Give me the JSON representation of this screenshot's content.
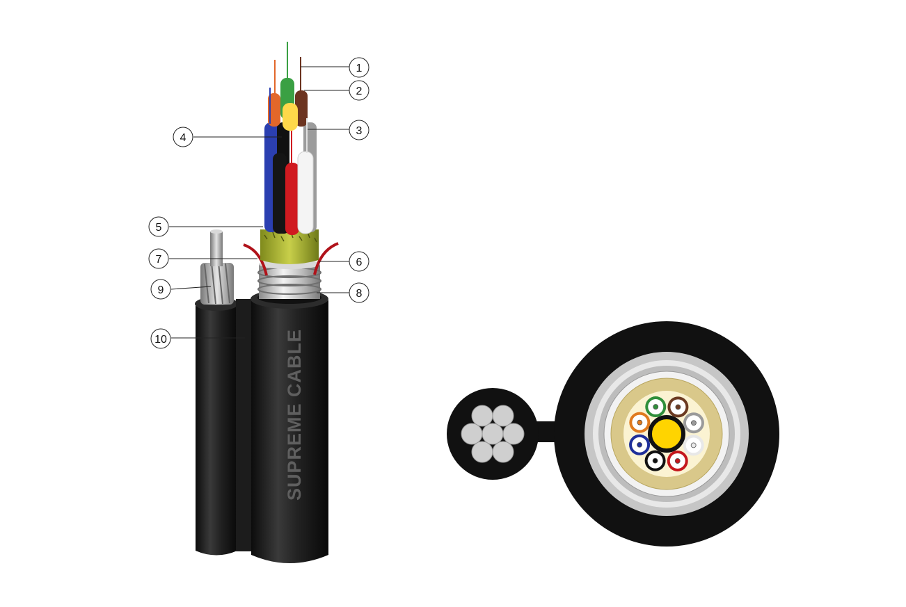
{
  "product": {
    "brand_text": "SUPREME CABLE"
  },
  "callouts": [
    {
      "number": "1"
    },
    {
      "number": "2"
    },
    {
      "number": "3"
    },
    {
      "number": "4"
    },
    {
      "number": "5"
    },
    {
      "number": "6"
    },
    {
      "number": "7"
    },
    {
      "number": "8"
    },
    {
      "number": "9"
    },
    {
      "number": "10"
    }
  ],
  "tube_colors": [
    "#2f8f3a",
    "#6b3a22",
    "#9a9a9a",
    "#e8e8e8",
    "#c4171c",
    "#111111",
    "#1f2f9a",
    "#e07a1e"
  ],
  "colors": {
    "jacket": "#111111",
    "central_member": "#ffd400",
    "yarn": "#d9c88a",
    "steel_tape": "#c9c9c9",
    "messenger_wire": "#c9c9c9"
  }
}
